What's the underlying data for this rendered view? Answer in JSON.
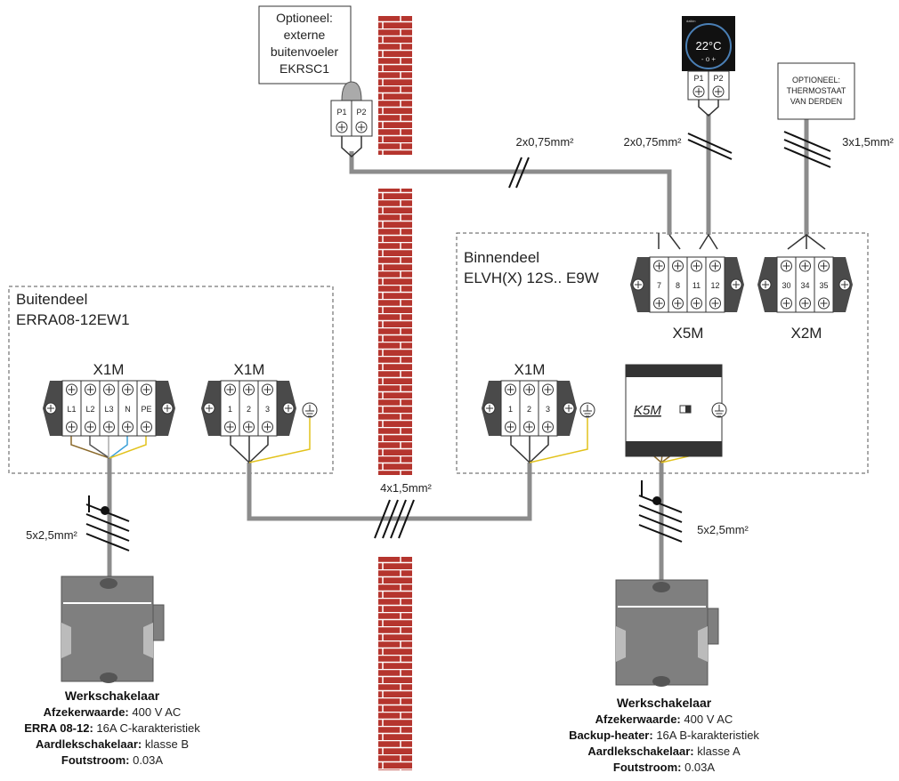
{
  "outdoor": {
    "title_line1": "Buitendeel",
    "title_line2": "ERRA08-12EW1",
    "x1m_left_label": "X1M",
    "x1m_left_terminals": [
      "L1",
      "L2",
      "L3",
      "N",
      "PE"
    ],
    "x1m_right_label": "X1M",
    "x1m_right_terminals": [
      "1",
      "2",
      "3"
    ]
  },
  "indoor": {
    "title_line1": "Binnendeel",
    "title_line2": "ELVH(X) 12S.. E9W",
    "x1m_label": "X1M",
    "x1m_terminals": [
      "1",
      "2",
      "3"
    ],
    "k5m_label": "K5M",
    "x5m_label": "X5M",
    "x5m_terminals": [
      "7",
      "8",
      "11",
      "12"
    ],
    "x2m_label": "X2M",
    "x2m_terminals": [
      "30",
      "34",
      "35"
    ]
  },
  "sensor": {
    "lines": [
      "Optioneel:",
      "externe",
      "buitenvoeler",
      "EKRSC1"
    ],
    "terminals": [
      "P1",
      "P2"
    ]
  },
  "thermostat_device": {
    "display": "22°C",
    "buttons": "-  o  +",
    "brand": "daikin",
    "terminals": [
      "P1",
      "P2"
    ]
  },
  "third_party": {
    "lines": [
      "OPTIONEEL:",
      "THERMOSTAAT",
      "VAN DERDEN"
    ]
  },
  "cables": {
    "sensor_cable": "2x0,75mm²",
    "thermostat_cable": "2x0,75mm²",
    "third_party_cable": "3x1,5mm²",
    "interconnect": "4x1,5mm²",
    "outdoor_supply": "5x2,5mm²",
    "indoor_supply": "5x2,5mm²"
  },
  "switch_outdoor": {
    "title": "Werkschakelaar",
    "rows": [
      {
        "key": "Afzekerwaarde:",
        "val": "400 V AC"
      },
      {
        "key": "ERRA 08-12:",
        "val": "16A C-karakteristiek"
      },
      {
        "key": "Aardlekschakelaar:",
        "val": "klasse B"
      },
      {
        "key": "Foutstroom:",
        "val": "0.03A"
      }
    ]
  },
  "switch_indoor": {
    "title": "Werkschakelaar",
    "rows": [
      {
        "key": "Afzekerwaarde:",
        "val": "400 V AC"
      },
      {
        "key": "Backup-heater:",
        "val": "16A B-karakteristiek"
      },
      {
        "key": "Aardlekschakelaar:",
        "val": "klasse A"
      },
      {
        "key": "Foutstroom:",
        "val": "0.03A"
      }
    ]
  },
  "colors": {
    "cable": "#8c8c8c",
    "brick": "#b5352e",
    "mortar": "#ffffff",
    "terminal_dark": "#4a4a4a",
    "wire_brown": "#8b6a2b",
    "wire_blue": "#3aa0d8",
    "wire_yellow": "#e2c21b",
    "box_grey": "#7f7f7f"
  }
}
